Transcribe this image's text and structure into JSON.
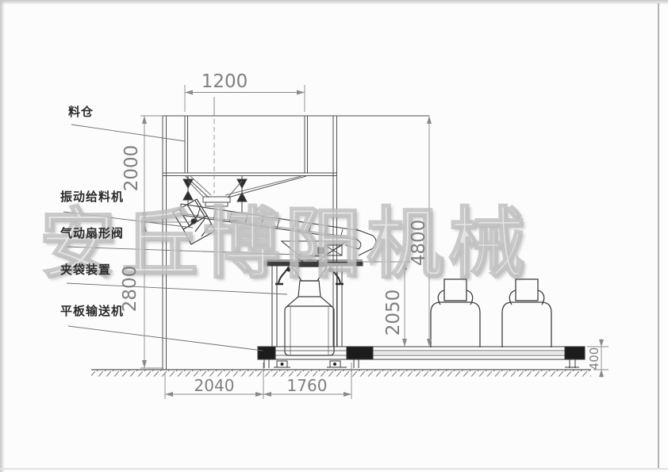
{
  "drawing": {
    "watermark": "安丘博阳机械",
    "labels": {
      "silo": "料仓",
      "vibrating_feeder": "振动给料机",
      "pneumatic_fan_valve": "气动扇形阀",
      "bag_clamping_device": "夹袋装置",
      "flat_conveyor": "平板输送机"
    },
    "dimensions": {
      "silo_width": "1200",
      "silo_section_height": "2000",
      "lower_section_height": "2800",
      "overall_height": "4800",
      "station_height": "2050",
      "conveyor_height": "400",
      "left_span": "2040",
      "right_span": "1760"
    }
  }
}
